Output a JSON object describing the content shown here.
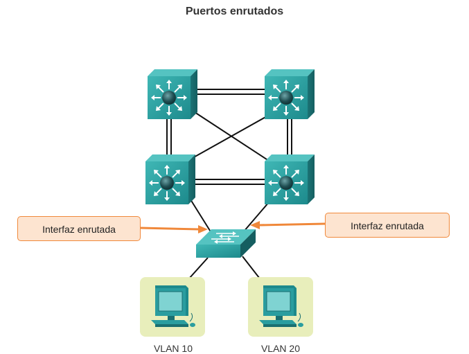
{
  "title": "Puertos enrutados",
  "callouts": {
    "left": "Interfaz enrutada",
    "right": "Interfaz enrutada"
  },
  "vlans": {
    "vlan10": "VLAN 10",
    "vlan20": "VLAN 20"
  },
  "colors": {
    "device_teal": "#2a9d9f",
    "callout_fill": "#fde4d0",
    "callout_border": "#f0883a",
    "arrow": "#f0883a",
    "pc_background": "#e8eebb"
  },
  "icons": {
    "multilayer_switch": "multilayer-switch-icon",
    "switch": "layer2-switch-icon",
    "pc": "workstation-icon"
  }
}
